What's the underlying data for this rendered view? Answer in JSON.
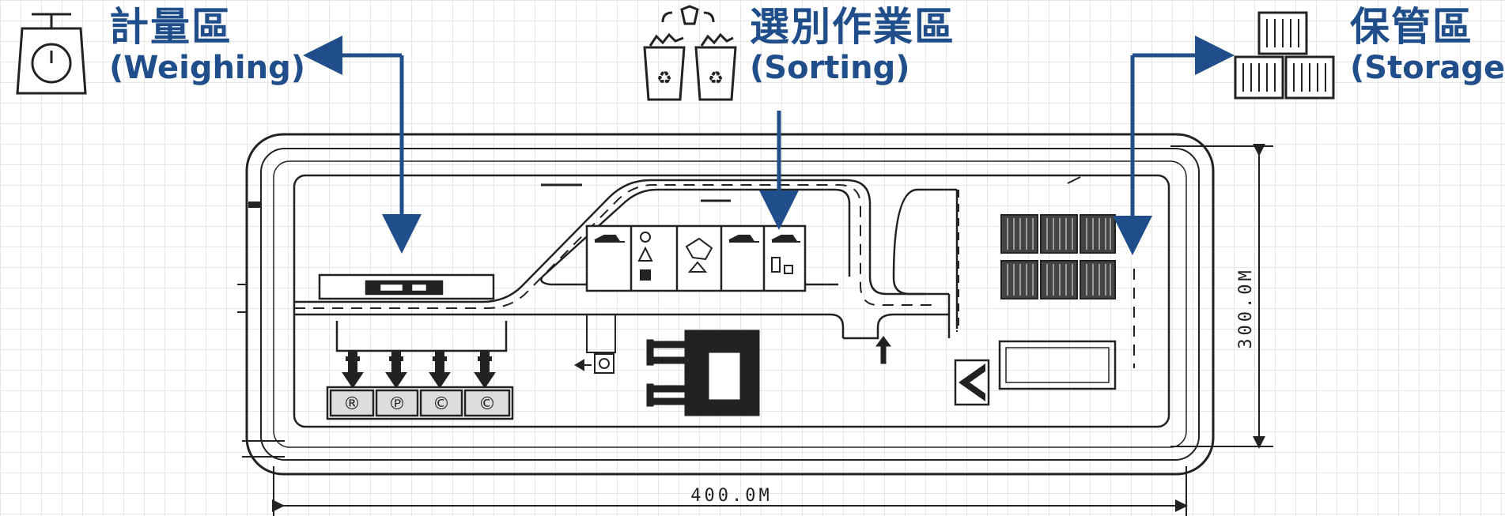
{
  "labels": {
    "weighing": {
      "zh": "計量區",
      "en": "(Weighing)",
      "icon": "scale-icon"
    },
    "sorting": {
      "zh": "選別作業區",
      "en": "(Sorting)",
      "icon": "recycle-bins-icon"
    },
    "storage": {
      "zh": "保管區",
      "en": "(Storage)",
      "icon": "containers-icon"
    }
  },
  "dimensions": {
    "width": "400.0M",
    "height": "300.0M"
  },
  "colors": {
    "accent": "#1f4e8a",
    "line": "#222222",
    "grid": "#e6e6e6"
  },
  "bins": [
    "®",
    "℗",
    "©",
    "©"
  ]
}
